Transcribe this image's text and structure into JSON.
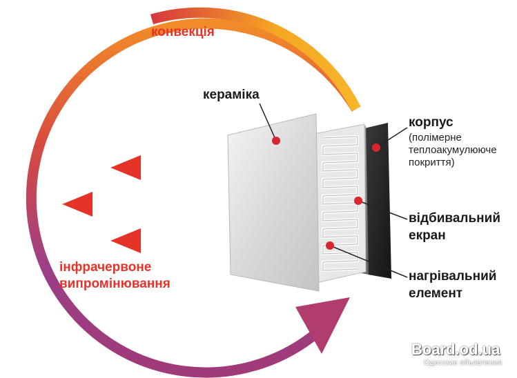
{
  "labels": {
    "convection": "конвекція",
    "ceramics": "кераміка",
    "body": "корпус",
    "body_note_1": "(полімерне",
    "body_note_2": "теплоакумулююче",
    "body_note_3": "покриття)",
    "reflector_1": "відбивальний",
    "reflector_2": "екран",
    "heater_1": "нагрівальний",
    "heater_2": "елемент",
    "ir_1": "інфрачервоне",
    "ir_2": "випромінювання"
  },
  "watermark": {
    "site": "Board.od.ua",
    "tagline": "Одесские объявления"
  },
  "colors": {
    "accent_red": "#e5332a",
    "arc_orange": "#f5a623",
    "arc_purple": "#7b3f98",
    "arrow_orange": "#f39c12",
    "text_dark": "#1a1a1a",
    "dot_red": "#d9262e"
  }
}
